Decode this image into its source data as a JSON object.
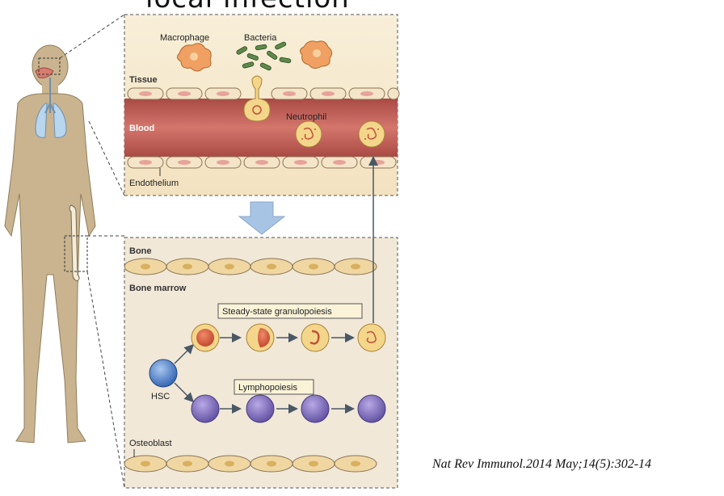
{
  "title": "local infection",
  "citation": "Nat Rev Immunol.2014 May;14(5):302-14",
  "labels": {
    "macrophage": "Macrophage",
    "bacteria": "Bacteria",
    "tissue": "Tissue",
    "blood": "Blood",
    "neutrophil": "Neutrophil",
    "endothelium": "Endothelium",
    "bone": "Bone",
    "bone_marrow": "Bone marrow",
    "steady_state": "Steady-state granulopoiesis",
    "hsc": "HSC",
    "lymphopoiesis": "Lymphopoiesis",
    "osteoblast": "Osteoblast"
  },
  "colors": {
    "skin": "#c9b48f",
    "panel_bg": "#f7ecd4",
    "blood": "#c0504a",
    "cell_tan": "#f4d68a",
    "hsc_blue": "#3a73c6",
    "lymph_purple": "#7c6cb8",
    "arrow_blue": "#a8c4e4"
  }
}
